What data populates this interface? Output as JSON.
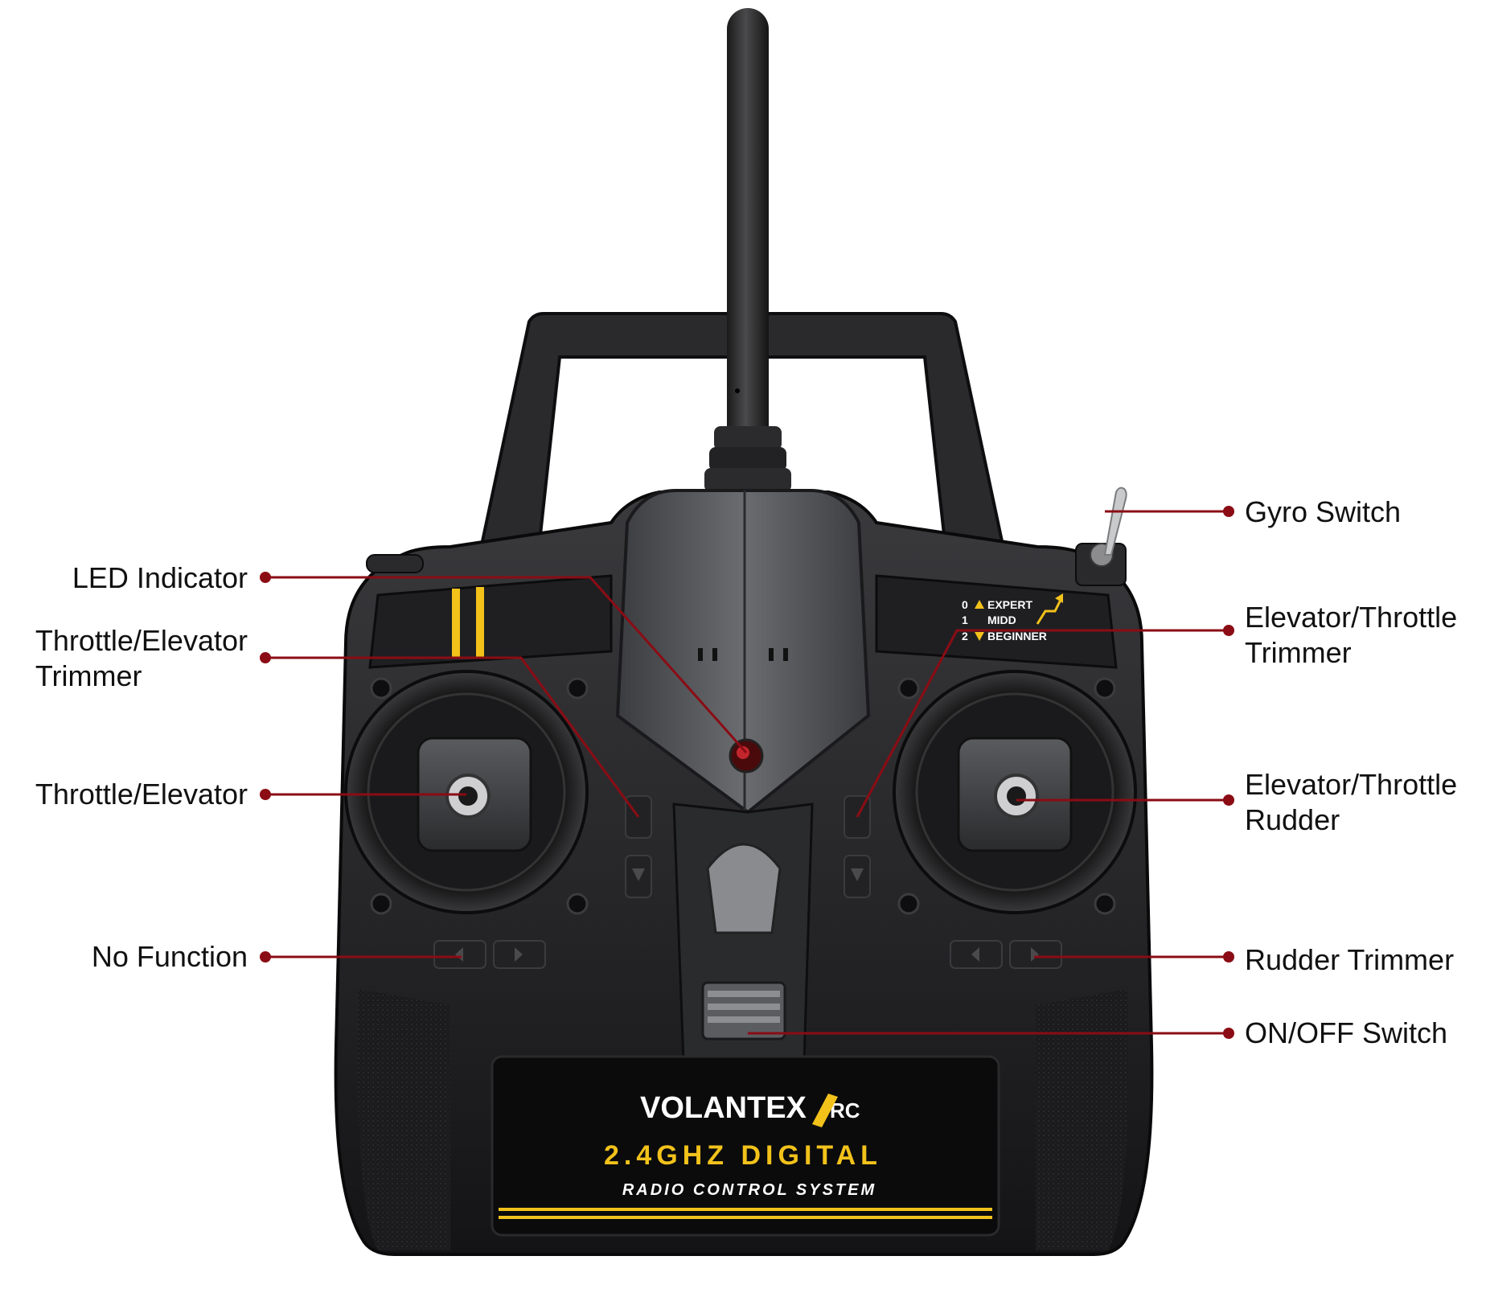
{
  "callouts": {
    "led_indicator": [
      "LED Indicator"
    ],
    "throttle_elevator_trimmer": [
      "Throttle/Elevator",
      "Trimmer"
    ],
    "throttle_elevator": [
      "Throttle/Elevator"
    ],
    "no_function": [
      "No Function"
    ],
    "gyro_switch": [
      "Gyro Switch"
    ],
    "elevator_throttle_trimmer": [
      "Elevator/Throttle",
      "Trimmer"
    ],
    "elevator_throttle_rudder": [
      "Elevator/Throttle",
      "Rudder"
    ],
    "rudder_trimmer": [
      "Rudder Trimmer"
    ],
    "on_off_switch": [
      "ON/OFF Switch"
    ]
  },
  "mode_switch": {
    "rows": [
      {
        "num": "0",
        "text": "EXPERT"
      },
      {
        "num": "1",
        "text": "MIDD"
      },
      {
        "num": "2",
        "text": "BEGINNER"
      }
    ]
  },
  "branding": {
    "brand": "VOLANTEX",
    "brand_suffix": "RC",
    "frequency": "2.4GHZ DIGITAL",
    "system": "RADIO CONTROL SYSTEM"
  },
  "colors": {
    "callout_line": "#8b0c14",
    "body": "#1c1c1e",
    "accent_yellow": "#f2c21b"
  }
}
